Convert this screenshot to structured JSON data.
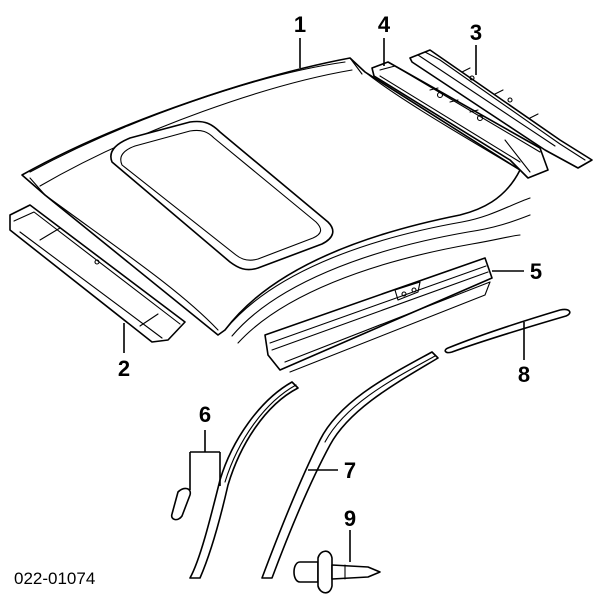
{
  "diagram_code": "022-01074",
  "callouts": {
    "c1": "1",
    "c2": "2",
    "c3": "3",
    "c4": "4",
    "c5": "5",
    "c6": "6",
    "c7": "7",
    "c8": "8",
    "c9": "9"
  }
}
